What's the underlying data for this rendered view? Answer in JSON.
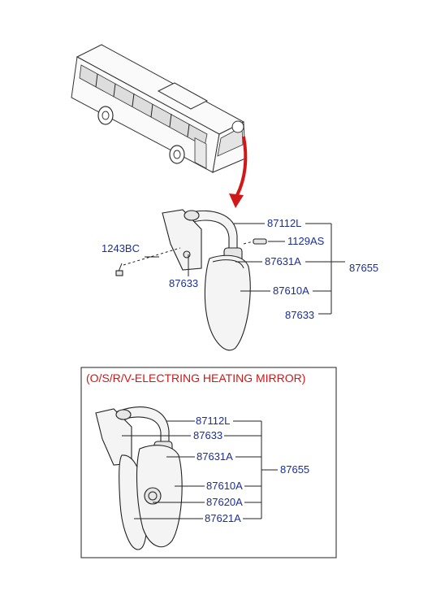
{
  "upper": {
    "labels": {
      "p87112l": "87112L",
      "p1129as": "1129AS",
      "p87631a": "87631A",
      "p87610a": "87610A",
      "p87633_right": "87633",
      "p87633_left": "87633",
      "p1243bc": "1243BC",
      "p87655": "87655"
    }
  },
  "lower": {
    "title": "(O/S/R/V-ELECTRING HEATING MIRROR)",
    "labels": {
      "p87112l": "87112L",
      "p87633": "87633",
      "p87631a": "87631A",
      "p87610a": "87610A",
      "p87620a": "87620A",
      "p87621a": "87621A",
      "p87655": "87655"
    }
  },
  "colors": {
    "label": "#1a2e9a",
    "title": "#d01818",
    "arrow": "#d01818",
    "line": "#222222"
  }
}
